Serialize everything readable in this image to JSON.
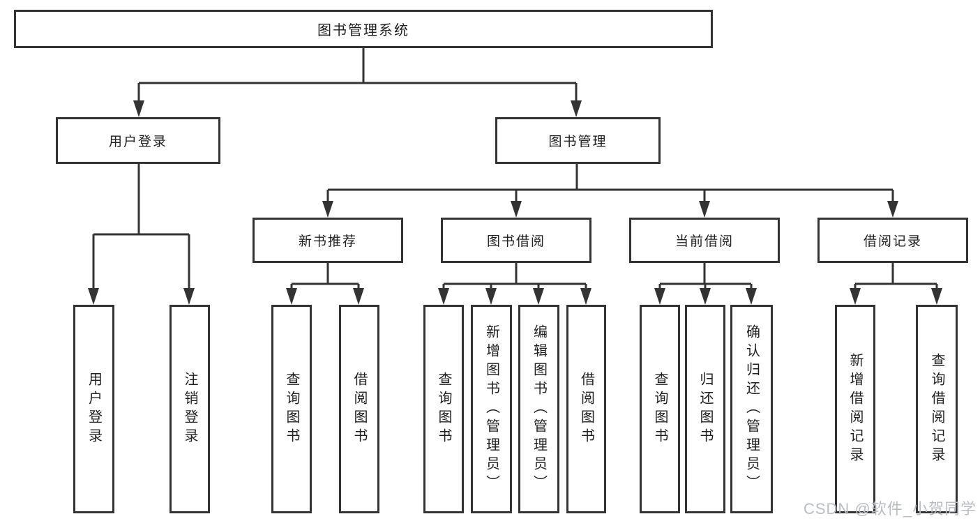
{
  "tree": {
    "label": "图书管理系统",
    "children": [
      {
        "label": "用户登录",
        "children": [
          {
            "label": "用户登录"
          },
          {
            "label": "注销登录"
          }
        ]
      },
      {
        "label": "图书管理",
        "children": [
          {
            "label": "新书推荐",
            "children": [
              {
                "label": "查询图书"
              },
              {
                "label": "借阅图书"
              }
            ]
          },
          {
            "label": "图书借阅",
            "children": [
              {
                "label": "查询图书"
              },
              {
                "label": "新增图书（管理员）"
              },
              {
                "label": "编辑图书（管理员）"
              },
              {
                "label": "借阅图书"
              }
            ]
          },
          {
            "label": "当前借阅",
            "children": [
              {
                "label": "查询图书"
              },
              {
                "label": "归还图书"
              },
              {
                "label": "确认归还（管理员）"
              }
            ]
          },
          {
            "label": "借阅记录",
            "children": [
              {
                "label": "新增借阅记录"
              },
              {
                "label": "查询借阅记录"
              }
            ]
          }
        ]
      }
    ]
  },
  "watermark": {
    "text": "CSDN @软件_小贺同学"
  },
  "colors": {
    "line": "#333333",
    "text": "#1f1f1f",
    "box_fill": "#ffffff",
    "watermark": "#b9bcc4"
  }
}
